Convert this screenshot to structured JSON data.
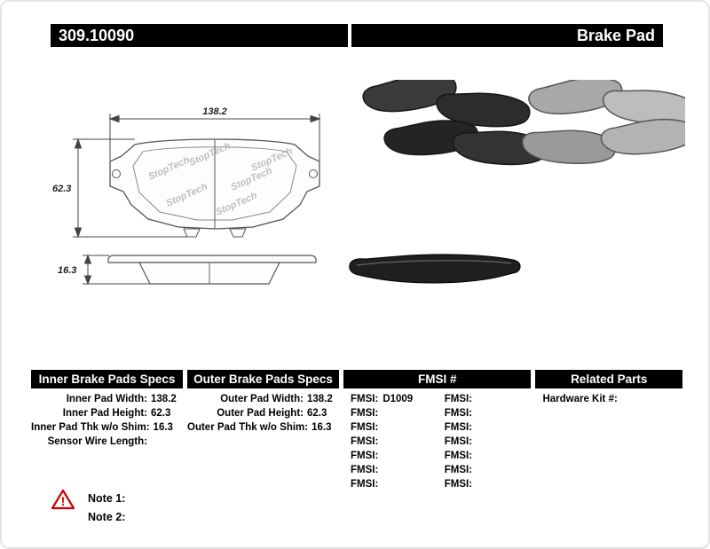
{
  "header": {
    "part_number": "309.10090",
    "title": "Brake Pad"
  },
  "colors": {
    "header_bar": "#000000",
    "warning": "#cc0000"
  },
  "icons": {
    "warning": "warning-triangle-icon"
  },
  "diagram": {
    "width_dim": "138.2",
    "height_dim": "62.3",
    "thickness_dim": "16.3",
    "watermark": "StopTech"
  },
  "specs_table": {
    "inner": {
      "header": "Inner Brake Pads Specs",
      "rows": [
        {
          "label": "Inner Pad Width:",
          "value": "138.2"
        },
        {
          "label": "Inner Pad Height:",
          "value": "62.3"
        },
        {
          "label": "Inner Pad Thk w/o Shim:",
          "value": "16.3"
        },
        {
          "label": "Sensor Wire Length:",
          "value": ""
        }
      ]
    },
    "outer": {
      "header": "Outer Brake Pads Specs",
      "rows": [
        {
          "label": "Outer Pad Width:",
          "value": "138.2"
        },
        {
          "label": "Outer Pad Height:",
          "value": "62.3"
        },
        {
          "label": "Outer Pad Thk w/o Shim:",
          "value": "16.3"
        }
      ]
    },
    "fmsi": {
      "header": "FMSI #",
      "left_rows": [
        {
          "label": "FMSI:",
          "value": "D1009"
        },
        {
          "label": "FMSI:",
          "value": ""
        },
        {
          "label": "FMSI:",
          "value": ""
        },
        {
          "label": "FMSI:",
          "value": ""
        },
        {
          "label": "FMSI:",
          "value": ""
        },
        {
          "label": "FMSI:",
          "value": ""
        },
        {
          "label": "FMSI:",
          "value": ""
        }
      ],
      "right_rows": [
        {
          "label": "FMSI:",
          "value": ""
        },
        {
          "label": "FMSI:",
          "value": ""
        },
        {
          "label": "FMSI:",
          "value": ""
        },
        {
          "label": "FMSI:",
          "value": ""
        },
        {
          "label": "FMSI:",
          "value": ""
        },
        {
          "label": "FMSI:",
          "value": ""
        },
        {
          "label": "FMSI:",
          "value": ""
        }
      ]
    },
    "related": {
      "header": "Related Parts",
      "rows": [
        {
          "label": "Hardware Kit #:",
          "value": ""
        }
      ]
    }
  },
  "notes": {
    "warning_glyph": "!",
    "note1": "Note 1:",
    "note2": "Note 2:"
  }
}
